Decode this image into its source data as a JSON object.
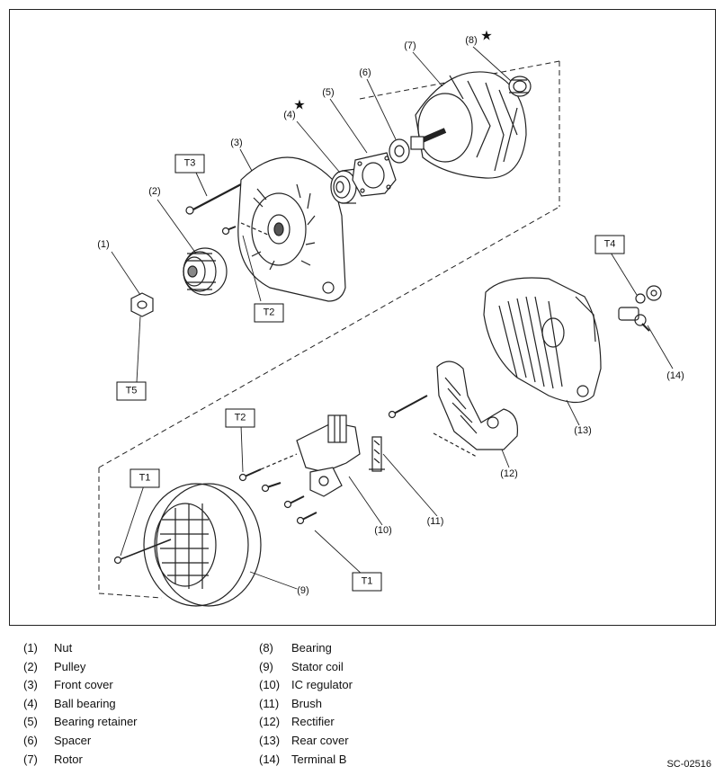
{
  "diagram": {
    "code": "SC-02516",
    "part_callouts": [
      {
        "id": "c1",
        "text": "(1)"
      },
      {
        "id": "c2",
        "text": "(2)"
      },
      {
        "id": "c3",
        "text": "(3)"
      },
      {
        "id": "c4",
        "text": "(4)"
      },
      {
        "id": "c5",
        "text": "(5)"
      },
      {
        "id": "c6",
        "text": "(6)"
      },
      {
        "id": "c7",
        "text": "(7)"
      },
      {
        "id": "c8",
        "text": "(8)"
      },
      {
        "id": "c9",
        "text": "(9)"
      },
      {
        "id": "c10",
        "text": "(10)"
      },
      {
        "id": "c11",
        "text": "(11)"
      },
      {
        "id": "c12",
        "text": "(12)"
      },
      {
        "id": "c13",
        "text": "(13)"
      },
      {
        "id": "c14",
        "text": "(14)"
      }
    ],
    "torque_labels": {
      "t3": "T3",
      "t2_top": "T2",
      "t5": "T5",
      "t4": "T4",
      "t2_bottom": "T2",
      "t1_left": "T1",
      "t1_bottom": "T1"
    },
    "star_symbol": "★"
  },
  "legend": {
    "left": [
      {
        "num": "(1)",
        "name": "Nut"
      },
      {
        "num": "(2)",
        "name": "Pulley"
      },
      {
        "num": "(3)",
        "name": "Front cover"
      },
      {
        "num": "(4)",
        "name": "Ball bearing"
      },
      {
        "num": "(5)",
        "name": "Bearing retainer"
      },
      {
        "num": "(6)",
        "name": "Spacer"
      },
      {
        "num": "(7)",
        "name": "Rotor"
      }
    ],
    "right": [
      {
        "num": "(8)",
        "name": "Bearing"
      },
      {
        "num": "(9)",
        "name": "Stator coil"
      },
      {
        "num": "(10)",
        "name": "IC regulator"
      },
      {
        "num": "(11)",
        "name": "Brush"
      },
      {
        "num": "(12)",
        "name": "Rectifier"
      },
      {
        "num": "(13)",
        "name": "Rear cover"
      },
      {
        "num": "(14)",
        "name": "Terminal B"
      }
    ]
  }
}
